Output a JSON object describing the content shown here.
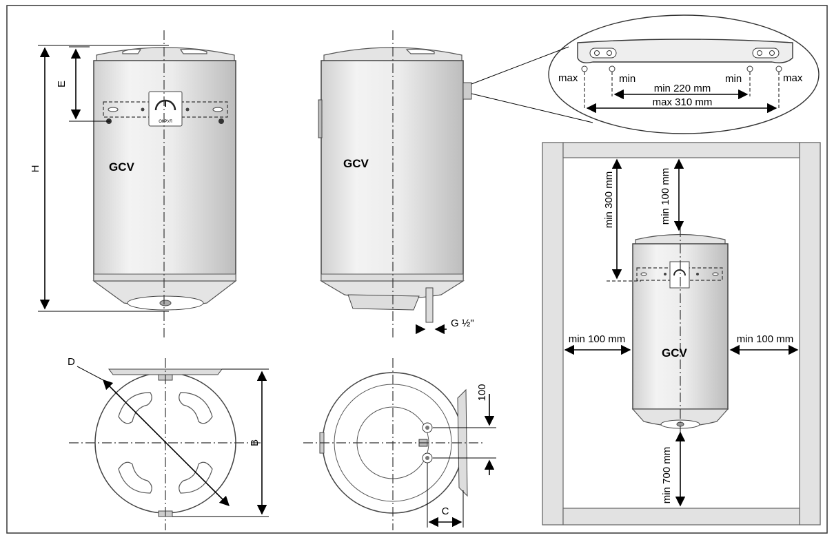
{
  "labels": {
    "model_front": "GCV",
    "model_side": "GCV",
    "model_install": "GCV",
    "dim_H": "H",
    "dim_E": "E",
    "dim_D": "D",
    "dim_B": "B",
    "dim_C": "C",
    "dim_100": "100",
    "dim_G": "G ½\"",
    "bracket_max_left": "max",
    "bracket_min_left": "min",
    "bracket_min_right": "min",
    "bracket_max_right": "max",
    "bracket_min_span": "min 220 mm",
    "bracket_max_span": "max 310 mm",
    "clear_top_300": "min 300 mm",
    "clear_top_100": "min 100 mm",
    "clear_left": "min 100 mm",
    "clear_right": "min 100 mm",
    "clear_bottom": "min 700 mm",
    "thermostat_brand": "ОКРУЛ"
  }
}
